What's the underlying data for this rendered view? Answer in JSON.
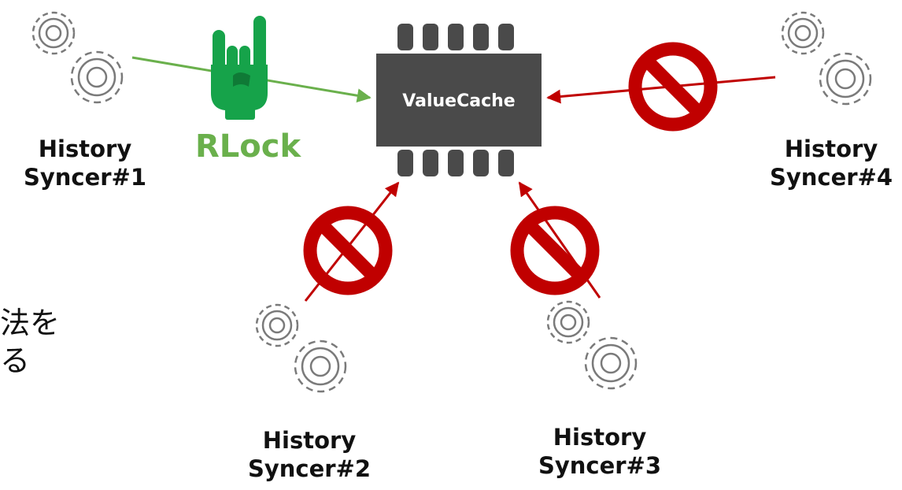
{
  "colors": {
    "chip": "#4a4a4a",
    "green": "#6ab04c",
    "hand": "#16a34a",
    "red": "#c00000",
    "gear": "#7a7a7a"
  },
  "chip": {
    "label": "ValueCache"
  },
  "lock_label": "RLock",
  "syncers": [
    {
      "line1": "History",
      "line2": "Syncer#1",
      "state": "allowed"
    },
    {
      "line1": "History",
      "line2": "Syncer#2",
      "state": "blocked"
    },
    {
      "line1": "History",
      "line2": "Syncer#3",
      "state": "blocked"
    },
    {
      "line1": "History",
      "line2": "Syncer#4",
      "state": "blocked"
    }
  ],
  "partial_text": {
    "line1": "法を",
    "line2": "る"
  },
  "icons": {
    "hand": "rock-hand-icon",
    "forbidden": "prohibition-icon",
    "gears": "gears-icon"
  }
}
